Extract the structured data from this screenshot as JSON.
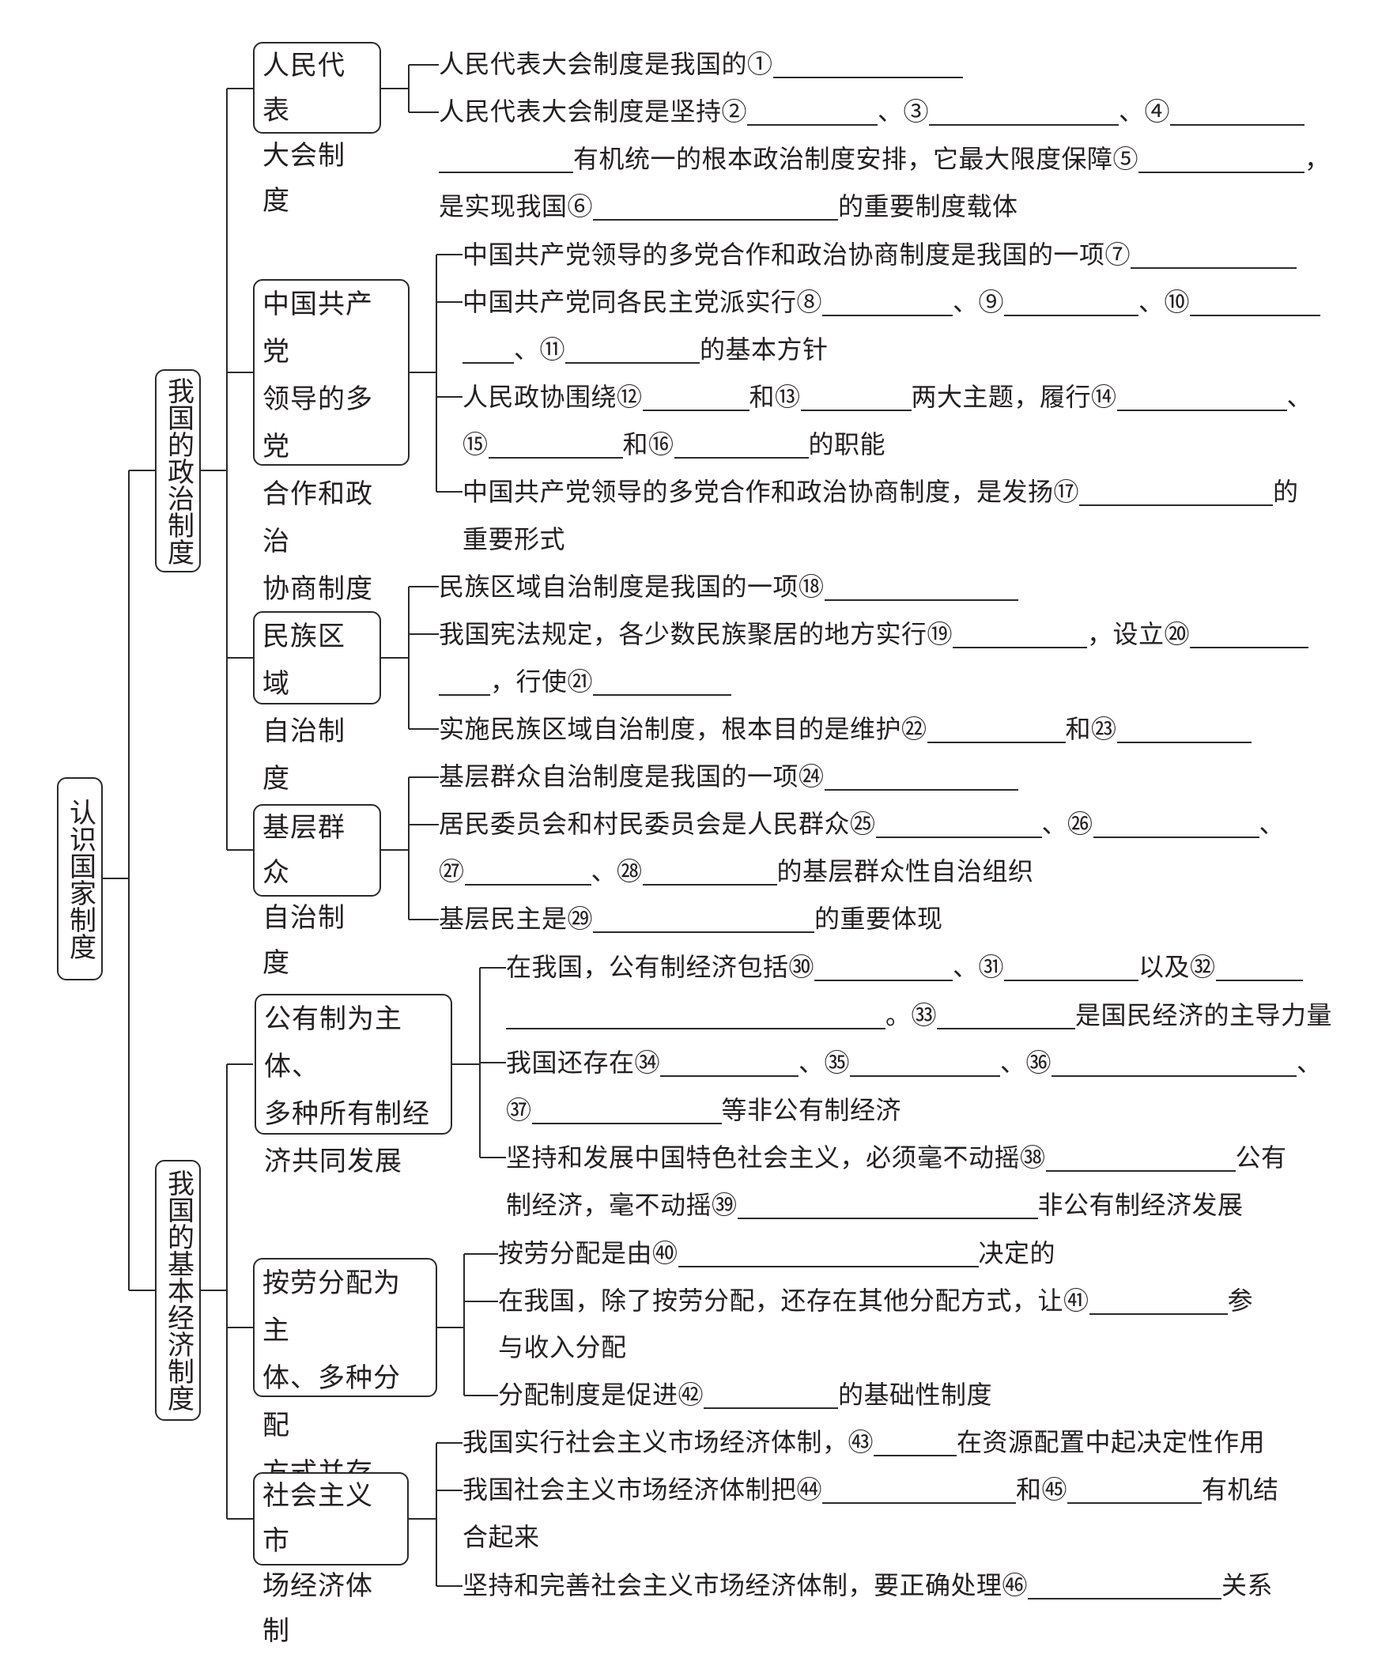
{
  "root": "认识国家制度",
  "branches": [
    {
      "label": "我国的政治制度",
      "children": [
        {
          "label": "人民代表\n大会制度",
          "lines": [
            [
              "人民代表大会制度是我国的①",
              {
                "blank": 240
              }
            ],
            [
              "人民代表大会制度是坚持②",
              {
                "blank": 165
              },
              "、③",
              {
                "blank": 240
              },
              "、④",
              {
                "blank": 170
              }
            ],
            [
              {
                "blank": 170
              },
              "有机统一的根本政治制度安排，它最大限度保障⑤",
              {
                "blank": 210
              },
              "，"
            ],
            [
              "是实现我国⑥",
              {
                "blank": 310
              },
              "的重要制度载体"
            ]
          ]
        },
        {
          "label": "中国共产党\n领导的多党\n合作和政治\n协商制度",
          "lines": [
            [
              "中国共产党领导的多党合作和政治协商制度是我国的一项⑦",
              {
                "blank": 210
              }
            ],
            [
              "中国共产党同各民主党派实行⑧",
              {
                "blank": 165
              },
              "、⑨",
              {
                "blank": 170
              },
              "、⑩",
              {
                "blank": 165
              }
            ],
            [
              {
                "blank": 65
              },
              "、⑪",
              {
                "blank": 170
              },
              "的基本方针"
            ],
            [
              "人民政协围绕⑫",
              {
                "blank": 135
              },
              "和⑬",
              {
                "blank": 140
              },
              "两大主题，履行⑭",
              {
                "blank": 215
              },
              "、"
            ],
            [
              "⑮",
              {
                "blank": 170
              },
              "和⑯",
              {
                "blank": 170
              },
              "的职能"
            ],
            [
              "中国共产党领导的多党合作和政治协商制度，是发扬⑰",
              {
                "blank": 245
              },
              "的"
            ],
            [
              "重要形式"
            ]
          ]
        },
        {
          "label": "民族区域\n自治制度",
          "lines": [
            [
              "民族区域自治制度是我国的一项⑱",
              {
                "blank": 245
              }
            ],
            [
              "我国宪法规定，各少数民族聚居的地方实行⑲",
              {
                "blank": 170
              },
              "，设立⑳",
              {
                "blank": 150
              }
            ],
            [
              {
                "blank": 65
              },
              "，行使㉑",
              {
                "blank": 175
              }
            ],
            [
              "实施民族区域自治制度，根本目的是维护㉒",
              {
                "blank": 175
              },
              "和㉓",
              {
                "blank": 170
              }
            ]
          ]
        },
        {
          "label": "基层群众\n自治制度",
          "lines": [
            [
              "基层群众自治制度是我国的一项㉔",
              {
                "blank": 245
              }
            ],
            [
              "居民委员会和村民委员会是人民群众㉕",
              {
                "blank": 210
              },
              "、㉖",
              {
                "blank": 210
              },
              "、"
            ],
            [
              "㉗",
              {
                "blank": 160
              },
              "、㉘",
              {
                "blank": 170
              },
              "的基层群众性自治组织"
            ],
            [
              "基层民主是㉙",
              {
                "blank": 280
              },
              "的重要体现"
            ]
          ]
        }
      ]
    },
    {
      "label": "我国的基本经济制度",
      "children": [
        {
          "label": "公有制为主体、\n多种所有制经\n济共同发展",
          "lines": [
            [
              "在我国，公有制经济包括㉚",
              {
                "blank": 175
              },
              "、㉛",
              {
                "blank": 170
              },
              "以及㉜",
              {
                "blank": 110
              }
            ],
            [
              {
                "blank": 480
              },
              "。㉝",
              {
                "blank": 175
              },
              "是国民经济的主导力量"
            ],
            [
              "我国还存在㉞",
              {
                "blank": 175
              },
              "、㉟",
              {
                "blank": 190
              },
              "、㊱",
              {
                "blank": 310
              },
              "、"
            ],
            [
              "㊲",
              {
                "blank": 240
              },
              "等非公有制经济"
            ],
            [
              "坚持和发展中国特色社会主义，必须毫不动摇㊳",
              {
                "blank": 240
              },
              "公有"
            ],
            [
              "制经济，毫不动摇㊴",
              {
                "blank": 380
              },
              "非公有制经济发展"
            ]
          ]
        },
        {
          "label": "按劳分配为主\n体、多种分配\n方式并存",
          "lines": [
            [
              "按劳分配是由㊵",
              {
                "blank": 380
              },
              "决定的"
            ],
            [
              "在我国，除了按劳分配，还存在其他分配方式，让㊶",
              {
                "blank": 175
              },
              "参"
            ],
            [
              "与收入分配"
            ],
            [
              "分配制度是促进㊷",
              {
                "blank": 170
              },
              "的基础性制度"
            ]
          ]
        },
        {
          "label": "社会主义市\n场经济体制",
          "lines": [
            [
              "我国实行社会主义市场经济体制，㊸",
              {
                "blank": 105
              },
              "在资源配置中起决定性作用"
            ],
            [
              "我国社会主义市场经济体制把㊹",
              {
                "blank": 245
              },
              "和㊺",
              {
                "blank": 170
              },
              "有机结"
            ],
            [
              "合起来"
            ],
            [
              "坚持和完善社会主义市场经济体制，要正确处理㊻",
              {
                "blank": 245
              },
              "关系"
            ]
          ]
        }
      ]
    }
  ]
}
